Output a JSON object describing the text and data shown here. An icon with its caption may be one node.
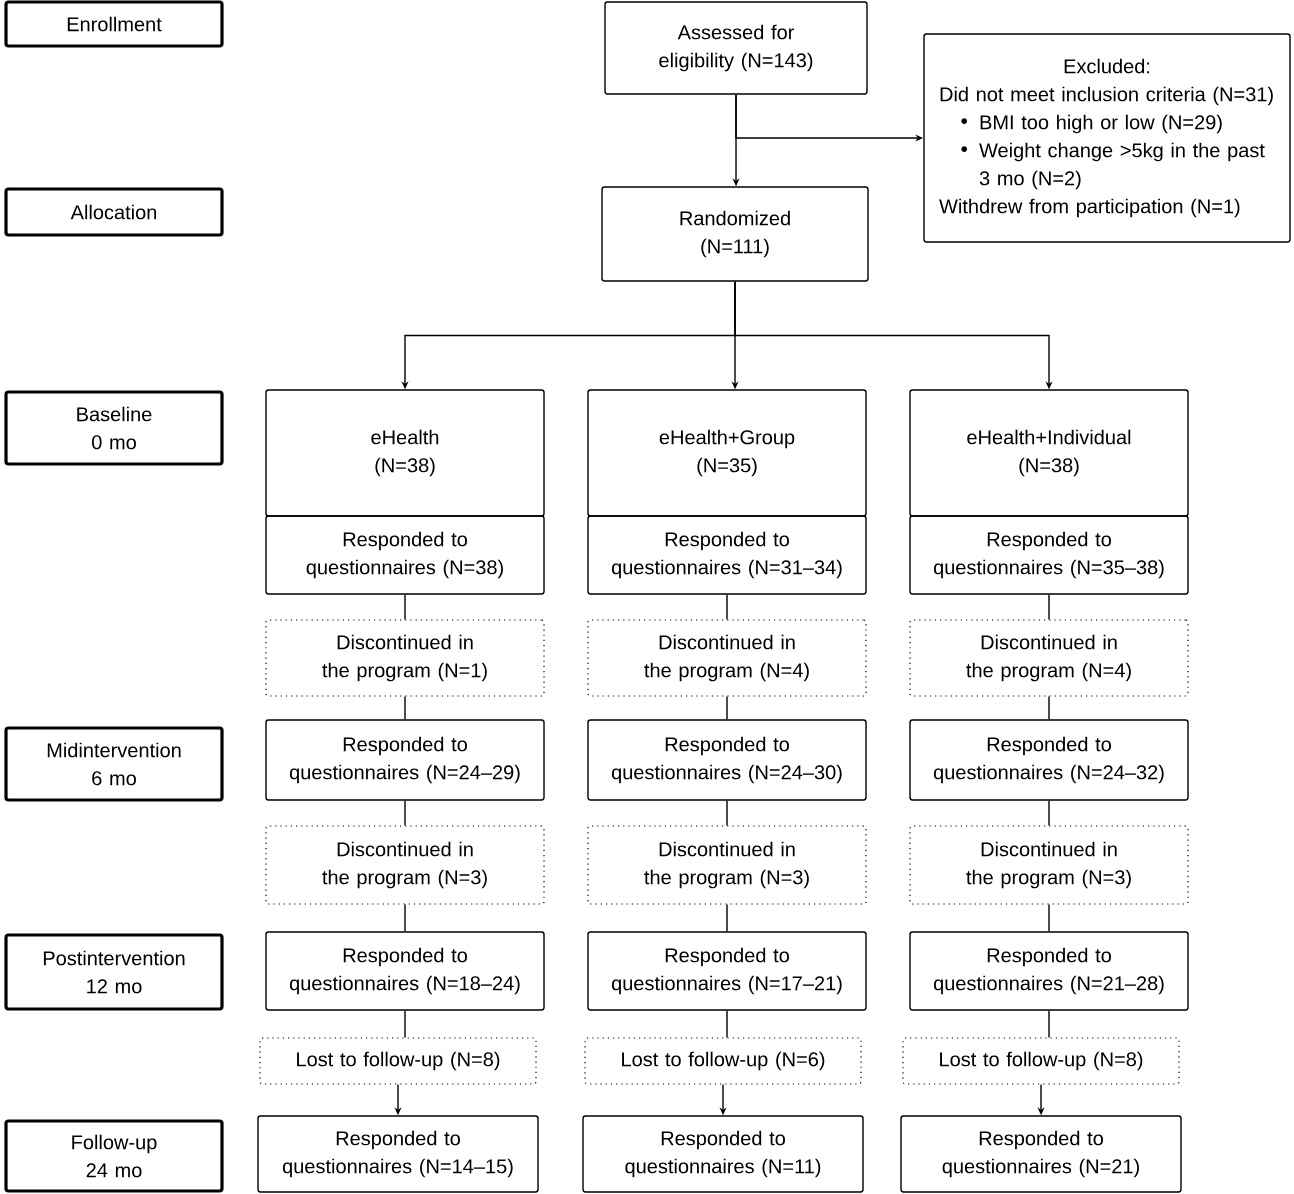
{
  "diagram": {
    "nodes": [
      {
        "text": [
          "Enrollment"
        ]
      },
      {
        "text": [
          "Assessed for eligibility (N=143)"
        ]
      },
      {
        "text": [
          "Excluded:",
          "Did not meet inclusion criteria (N=31)",
          "BMI too high or low (N=29)",
          "Weight change >5kg in the past 3 mo (N=2)",
          "Withdrew from participation (N=1)"
        ]
      },
      {
        "text": [
          "Allocation"
        ]
      },
      {
        "text": [
          "Randomized (N=111)"
        ]
      },
      {
        "text": [
          "Baseline 0 mo"
        ]
      },
      {
        "text": [
          "eHealth (N=38)"
        ]
      },
      {
        "text": [
          "eHealth+Group (N=35)"
        ]
      },
      {
        "text": [
          "eHealth+Individual (N=38)"
        ]
      },
      {
        "text": [
          "Responded to questionnaires (N=38)"
        ]
      },
      {
        "text": [
          "Responded to questionnaires (N=31–34)"
        ]
      },
      {
        "text": [
          "Responded to questionnaires (N=35–38)"
        ]
      },
      {
        "text": [
          "Discontinued in the program (N=1)"
        ]
      },
      {
        "text": [
          "Discontinued in the program (N=4)"
        ]
      },
      {
        "text": [
          "Discontinued in the program (N=4)"
        ]
      },
      {
        "text": [
          "Midintervention 6 mo"
        ]
      },
      {
        "text": [
          "Responded to questionnaires (N=24–29)"
        ]
      },
      {
        "text": [
          "Responded to questionnaires (N=24–30)"
        ]
      },
      {
        "text": [
          "Responded to questionnaires (N=24–32)"
        ]
      },
      {
        "text": [
          "Discontinued in the program (N=3)"
        ]
      },
      {
        "text": [
          "Discontinued in the program (N=3)"
        ]
      },
      {
        "text": [
          "Discontinued in the program (N=3)"
        ]
      },
      {
        "text": [
          "Postintervention 12 mo"
        ]
      },
      {
        "text": [
          "Responded to questionnaires (N=18–24)"
        ]
      },
      {
        "text": [
          "Responded to questionnaires (N=17–21)"
        ]
      },
      {
        "text": [
          "Responded to questionnaires (N=21–28)"
        ]
      },
      {
        "text": [
          "Lost to follow-up (N=8)"
        ]
      },
      {
        "text": [
          "Lost to follow-up (N=6)"
        ]
      },
      {
        "text": [
          "Lost to follow-up (N=8)"
        ]
      },
      {
        "text": [
          "Follow-up 24 mo"
        ]
      },
      {
        "text": [
          "Responded to questionnaires (N=14–15)"
        ]
      },
      {
        "text": [
          "Responded to questionnaires (N=11)"
        ]
      },
      {
        "text": [
          "Responded to questionnaires (N=21)"
        ]
      }
    ],
    "edges": [
      {
        "from": 1,
        "to": 4,
        "arrow": "to"
      },
      {
        "from": 1,
        "to": 2,
        "arrow": "to"
      },
      {
        "from": 4,
        "to": 6,
        "arrow": "to"
      },
      {
        "from": 4,
        "to": 7,
        "arrow": "to"
      },
      {
        "from": 4,
        "to": 8,
        "arrow": "to"
      },
      {
        "from": 9,
        "to": 12,
        "arrow": "none"
      },
      {
        "from": 12,
        "to": 16,
        "arrow": "none"
      },
      {
        "from": 16,
        "to": 19,
        "arrow": "none"
      },
      {
        "from": 19,
        "to": 23,
        "arrow": "none"
      },
      {
        "from": 23,
        "to": 26,
        "arrow": "none"
      },
      {
        "from": 26,
        "to": 30,
        "arrow": "to"
      },
      {
        "from": 10,
        "to": 13,
        "arrow": "none"
      },
      {
        "from": 13,
        "to": 17,
        "arrow": "none"
      },
      {
        "from": 17,
        "to": 20,
        "arrow": "none"
      },
      {
        "from": 20,
        "to": 24,
        "arrow": "none"
      },
      {
        "from": 24,
        "to": 27,
        "arrow": "none"
      },
      {
        "from": 27,
        "to": 31,
        "arrow": "to"
      },
      {
        "from": 11,
        "to": 14,
        "arrow": "none"
      },
      {
        "from": 14,
        "to": 18,
        "arrow": "none"
      },
      {
        "from": 18,
        "to": 21,
        "arrow": "none"
      },
      {
        "from": 21,
        "to": 25,
        "arrow": "none"
      },
      {
        "from": 25,
        "to": 28,
        "arrow": "none"
      },
      {
        "from": 28,
        "to": 32,
        "arrow": "to"
      }
    ]
  }
}
